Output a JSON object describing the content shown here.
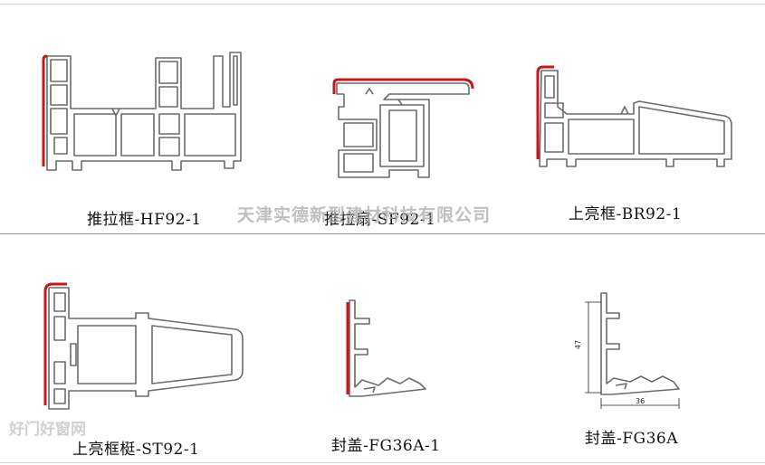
{
  "profiles": [
    {
      "id": "hf92-1",
      "caption": "推拉框-HF92-1"
    },
    {
      "id": "sf92-1",
      "caption": "推拉扇-SF92-1"
    },
    {
      "id": "br92-1",
      "caption": "上亮框-BR92-1"
    },
    {
      "id": "st92-1",
      "caption": "上亮框梃-ST92-1"
    },
    {
      "id": "fg36a-1",
      "caption": "封盖-FG36A-1"
    },
    {
      "id": "fg36a",
      "caption": "封盖-FG36A"
    }
  ],
  "dimensions": {
    "height_label": "47",
    "width_label": "36"
  },
  "watermark": "天津实德新型建材科技有限公司",
  "corner_watermark": "好门好窗网",
  "colors": {
    "outline": "#6b6b6b",
    "seal": "#c8161d",
    "fill": "#ffffff"
  }
}
